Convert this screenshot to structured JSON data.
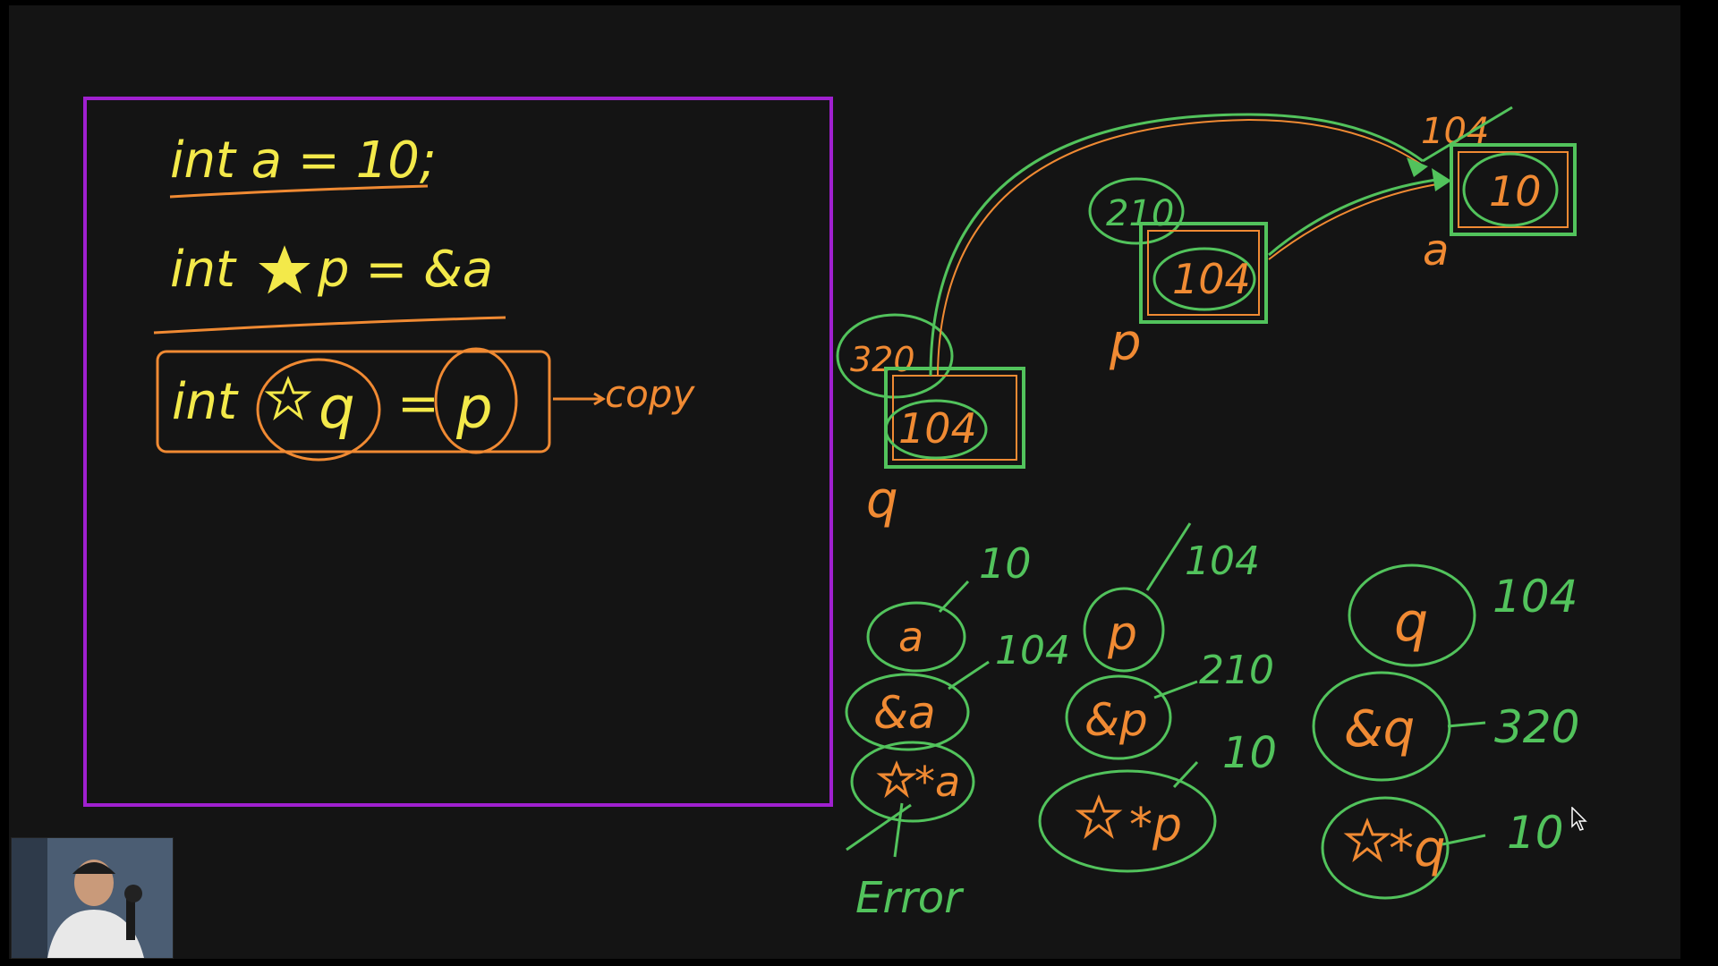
{
  "colors": {
    "yellow": "#f3e94a",
    "orange": "#f08a33",
    "green": "#52c35c",
    "purple": "#a020d0",
    "board": "#141414"
  },
  "code": {
    "line1": "int  a = 10;",
    "line2_kw": "int",
    "line2_rest": "p = &a",
    "line3_kw": "int",
    "line3_q": "q",
    "line3_eq": "=",
    "line3_p": "p",
    "copy_label": "copy"
  },
  "memory": {
    "q_box": {
      "address": "320",
      "value": "104",
      "name": "q"
    },
    "p_box": {
      "address": "210",
      "value": "104",
      "name": "p"
    },
    "a_box": {
      "address": "104",
      "value": "10",
      "name": "a"
    }
  },
  "expressions": {
    "col1": [
      {
        "expr": "a",
        "result": "10"
      },
      {
        "expr": "&a",
        "result": "104"
      },
      {
        "expr": "*a",
        "result": "Error"
      }
    ],
    "col2": [
      {
        "expr": "p",
        "result": "104"
      },
      {
        "expr": "&p",
        "result": "210"
      },
      {
        "expr": "*p",
        "result": "10"
      }
    ],
    "col3": [
      {
        "expr": "q",
        "result": "104"
      },
      {
        "expr": "&q",
        "result": "320"
      },
      {
        "expr": "*q",
        "result": "10"
      }
    ]
  },
  "icons": {
    "star": "star-icon",
    "cursor": "mouse-pointer-icon",
    "webcam": "presenter-webcam"
  }
}
